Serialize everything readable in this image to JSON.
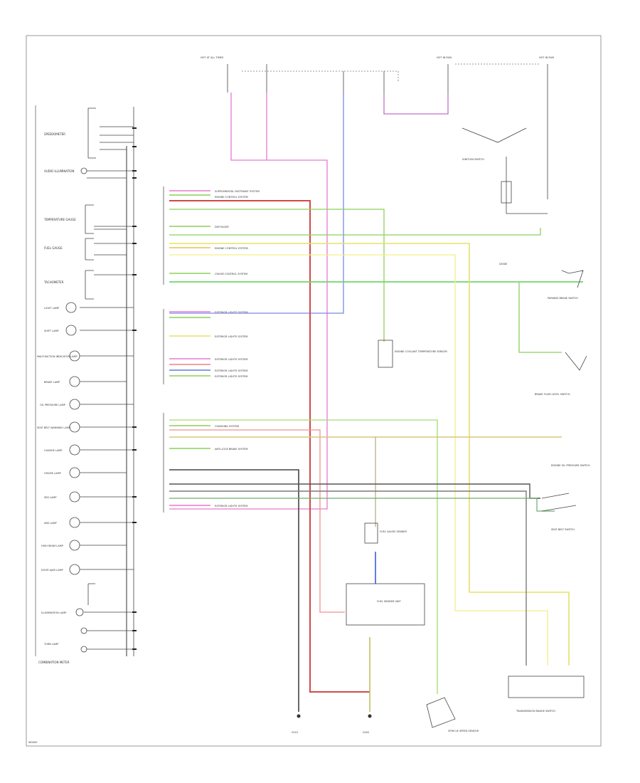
{
  "diagram": {
    "left_components": [
      "SPEEDOMETER",
      "AUDIO ILLUMINATION",
      "TEMPERATURE GAUGE",
      "FUEL GAUGE",
      "TACHOMETER",
      "LIGHT LAMP",
      "SHIFT LAMP",
      "MALFUNCTION INDICATOR LAMP",
      "BRAKE LAMP",
      "OIL PRESSURE LAMP",
      "SEAT BELT WARNING LAMP",
      "CHARGE LAMP",
      "CRUISE LAMP",
      "SRS LAMP",
      "ABS LAMP",
      "HIGH BEAM LAMP",
      "DOOR AJAR LAMP",
      "ILLUMINATION LAMP",
      "TURN LAMP"
    ],
    "cluster_label": "COMBINATION METER",
    "mid_labels": [
      "SUPPLEMENTAL RESTRAINT SYSTEM",
      "ENGINE CONTROL SYSTEM",
      "DEFOGGER",
      "ENGINE CONTROL SYSTEM",
      "CRUISE CONTROL SYSTEM",
      "EXTERIOR LIGHTS SYSTEM",
      "EXTERIOR LIGHTS SYSTEM",
      "EXTERIOR LIGHTS SYSTEM",
      "EXTERIOR LIGHTS SYSTEM",
      "EXTERIOR LIGHTS SYSTEM",
      "CHARGING SYSTEM",
      "ANTI-LOCK BRAKE SYSTEM",
      "EXTERIOR LIGHTS SYSTEM"
    ],
    "right_labels": [
      "HOT AT ALL TIMES",
      "HOT IN RUN",
      "HOT IN RUN",
      "IGNITION SWITCH",
      "DIODE",
      "PARKING BRAKE SWITCH",
      "BRAKE FLUID LEVEL SWITCH",
      "ENGINE OIL PRESSURE SWITCH",
      "SEAT BELT SWITCH",
      "TRANSMISSION RANGE SWITCH"
    ],
    "bottom_labels": [
      "FUEL GAUGE SENDER",
      "FUEL SENDER UNIT",
      "ENGINE COOLANT TEMPERATURE SENSOR",
      "VEHICLE SPEED SENSOR",
      "G101",
      "G202"
    ],
    "footer": "W0000"
  }
}
